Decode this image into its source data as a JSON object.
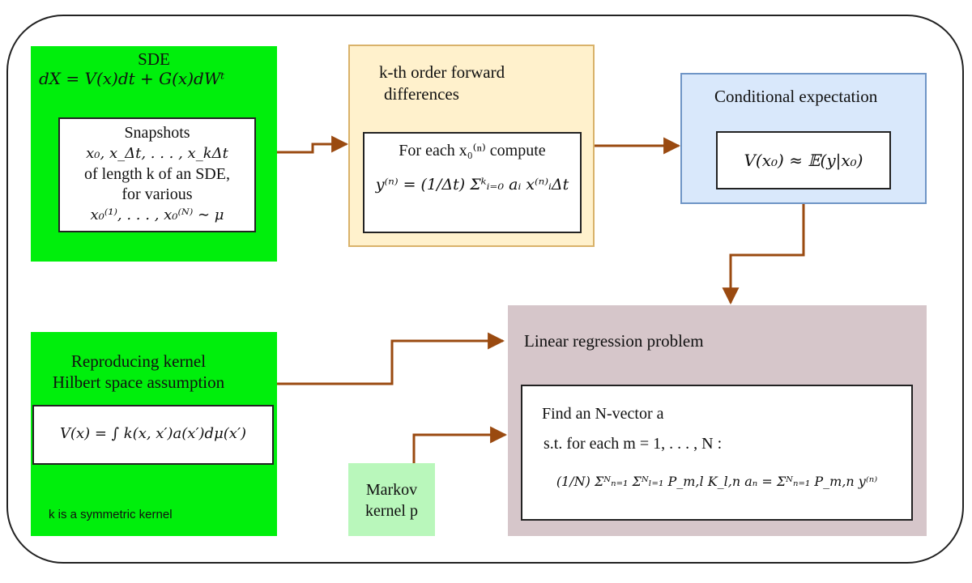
{
  "colors": {
    "sde_fill": "#00ef0c",
    "forward_diff_fill": "#fff1cc",
    "cond_exp_fill": "#d9e8fb",
    "regression_fill": "#d6c6ca",
    "markov_fill": "#b9f7bb",
    "arrow": "#9a4a10"
  },
  "sde": {
    "title": "SDE",
    "equation": "dX = V(x)dt + G(x)dWᵗ",
    "snapshots": {
      "line1": "Snapshots",
      "line2": "x₀, x_Δt, . . . , x_kΔt",
      "line3": "of length k of an SDE,",
      "line4": "for various",
      "line5": "x₀⁽¹⁾, . . . , x₀⁽ᴺ⁾ ∼ μ"
    }
  },
  "forward_differences": {
    "title_line1": "k-th order forward",
    "title_line2": "differences",
    "compute_line": "For each x₀⁽ⁿ⁾ compute",
    "formula": "y⁽ⁿ⁾ = (1/Δt) Σᵏᵢ₌₀ aᵢ x⁽ⁿ⁾ᵢΔt"
  },
  "conditional_expectation": {
    "title": "Conditional expectation",
    "formula": "V(x₀) ≈ 𝔼(y|x₀)"
  },
  "rkhs": {
    "title_line1": "Reproducing kernel",
    "title_line2": "Hilbert space assumption",
    "formula": "V(x) = ∫ k(x, x′)a(x′)dμ(x′)",
    "note": "k is a symmetric kernel"
  },
  "markov": {
    "line1": "Markov",
    "line2": "kernel p"
  },
  "regression": {
    "title": "Linear regression problem",
    "line1": "Find an N-vector a",
    "line2": "s.t. for each m = 1, . . . , N :",
    "formula": "(1/N) Σᴺₙ₌₁ Σᴺₗ₌₁ P_m,l K_l,n aₙ = Σᴺₙ₌₁ P_m,n y⁽ⁿ⁾"
  }
}
